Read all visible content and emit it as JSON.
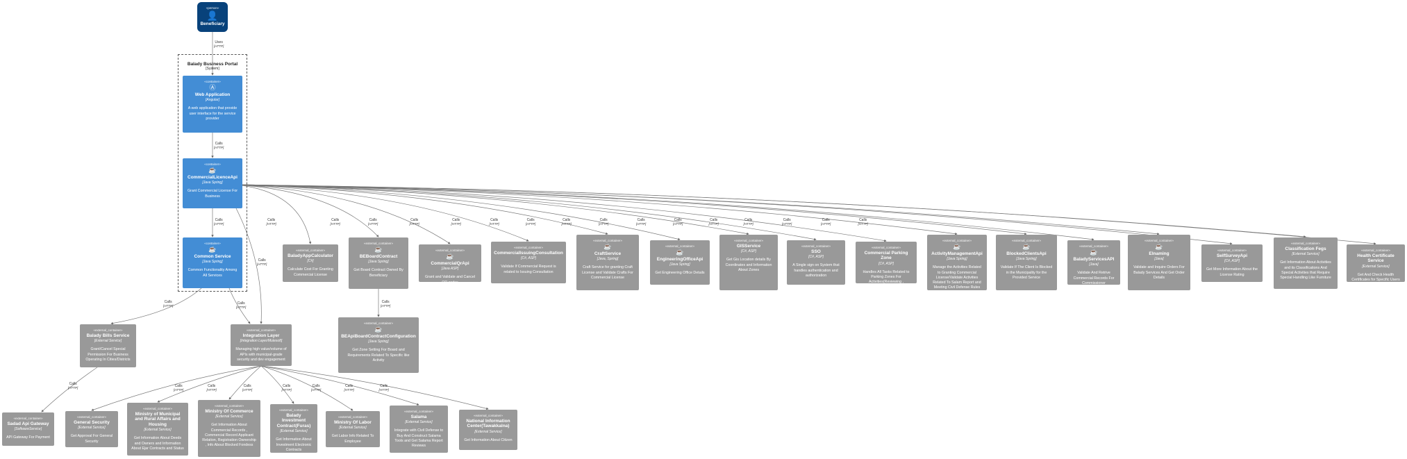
{
  "boundary": {
    "title": "Balady Business Portal",
    "subtitle": "[System]"
  },
  "beneficiary": {
    "stereo": "«person»",
    "name": "Beneficiary"
  },
  "containers": [
    {
      "id": "webapp",
      "stereo": "«container»",
      "name": "Web Application",
      "tech": "[Angular]",
      "desc": "A web application that provide user interface for the service provider",
      "icon": "Ⓐ"
    },
    {
      "id": "commercial",
      "stereo": "«container»",
      "name": "CommercialLicenceApi",
      "tech": "[Java Spring]",
      "desc": "Grant Commercial License For Business",
      "icon": "☕"
    },
    {
      "id": "common",
      "stereo": "«container»",
      "name": "Common Service",
      "tech": "[Java Spring]",
      "desc": "Common Functionality Among All Services",
      "icon": "☕"
    }
  ],
  "externals_row1": [
    {
      "stereo": "«external_container»",
      "name": "BaladyAppCalculator",
      "tech": "[C#]",
      "desc": "Calculate Cost For Granting Commercial License"
    },
    {
      "stereo": "«external_container»",
      "name": "BEBoardContract",
      "tech": "[Java Spring]",
      "desc": "Get Board Contract Owned By Beneficiary"
    },
    {
      "stereo": "«external_container»",
      "name": "CommercialQrApi",
      "tech": "[Java ASP]",
      "desc": "Grant and Validate and Cancel QR codes"
    },
    {
      "stereo": "«external_container»",
      "name": "CommercialIssuingConsultation",
      "tech": "[C#, ASP]",
      "desc": "Validate If Commercial Request is related to Issuing Consultation"
    },
    {
      "stereo": "«external_container»",
      "name": "CraftService",
      "tech": "[Java, Spring]",
      "desc": "Craft Service for granting Craft License and Validate Crafts For Commercial License"
    },
    {
      "stereo": "«external_container»",
      "name": "EngineeringOfficeApi",
      "tech": "[Java Spring]",
      "desc": "Get Engineering Office Details"
    },
    {
      "stereo": "«external_container»",
      "name": "GISService",
      "tech": "[C#, ASP]",
      "desc": "Get Gis Location details By Coordinates and Information About Zones"
    },
    {
      "stereo": "«external_container»",
      "name": "SSO",
      "tech": "[C#, ASP]",
      "desc": "A Single sign on System that handles authentication and authorization"
    },
    {
      "stereo": "«external_container»",
      "name": "Commercial Parking Zone",
      "tech": "[C#, ASP]",
      "desc": "Handles All Tasks Related to Parking Zones For Activities(Reviewing , Validation)"
    },
    {
      "stereo": "«external_container»",
      "name": "ActivityManagementApi",
      "tech": "[Java Spring]",
      "desc": "Manage the Activities Related to Granting Commercial License/Validate Activities Related To Salam Report and Meeting Civil Defense Rules"
    },
    {
      "stereo": "«external_container»",
      "name": "BlockedClientsApi",
      "tech": "[Java Spring]",
      "desc": "Validate If The Client Is Blocked in the Municipality for the Provided Service"
    },
    {
      "stereo": "«external_container»",
      "name": "BaladyServicesAPI",
      "tech": "[Java]",
      "desc": "Validate And Retrive Commercial Records For Commissioner"
    },
    {
      "stereo": "«external_container»",
      "name": "Elnaming",
      "tech": "[Java]",
      "desc": "Validate and Inquire Orders For Balady Services And Get Order Details"
    },
    {
      "stereo": "«external_container»",
      "name": "SelfSurveyApi",
      "tech": "[C#, ASP]",
      "desc": "Get More Information About the License Rating"
    },
    {
      "stereo": "«external_container»",
      "name": "Classification Fegs",
      "tech": "[External Service]",
      "desc": "Get Information About Activities and its Classifications And Special Activities that Require Special Handling Like Furniture"
    },
    {
      "stereo": "«external_container»",
      "name": "Health Certificate Service",
      "tech": "[External Service]",
      "desc": "Get And Check Health Certificates for Specific Users"
    }
  ],
  "be_config": {
    "stereo": "«external_container»",
    "name": "BEApiBoardContractConfiguration",
    "tech": "[Java Spring]",
    "desc": "Get Zone Setting For Board and Requirements Related To Specific like Activity"
  },
  "balady_bills": {
    "stereo": "«external_container»",
    "name": "Balady Bills Service",
    "tech": "[External Service]",
    "desc": "Grant/Cancel Special Permission For Business Operating In Cities/Districts"
  },
  "integration": {
    "stereo": "«external_container»",
    "name": "Integration Layer",
    "tech": "[Integration Layer/Mulesoft]",
    "desc": "Managing high value/volume of APIs with municipal-grade security and dev engagement"
  },
  "sadad": {
    "stereo": "«external_container»",
    "name": "Sadad Api Gateway",
    "tech": "[SoftwareService]",
    "desc": "API Gateway For Payment"
  },
  "externals_bottom": [
    {
      "stereo": "«external_container»",
      "name": "General Security",
      "tech": "[External Service]",
      "desc": "Get Approval For General Security"
    },
    {
      "stereo": "«external_container»",
      "name": "Ministry of Municipal and Rural Affairs and Housing",
      "tech": "[External Service]",
      "desc": "Get Information About Deeds and Owners and Information About Ejar Contracts and Status"
    },
    {
      "stereo": "«external_container»",
      "name": "Ministry Of Commerce",
      "tech": "[External Service]",
      "desc": "Get Information About Commercial Records , Commercial Record Applicant Relation, Registration Ownership , Info About Blocked Fondess"
    },
    {
      "stereo": "«external_container»",
      "name": "Balady Investment Contract(Furas)",
      "tech": "[External Service]",
      "desc": "Get Information About Investment Electronic Contracts"
    },
    {
      "stereo": "«external_container»",
      "name": "Ministry Of Labor",
      "tech": "[External Service]",
      "desc": "Get Labor Info Related To Employee"
    },
    {
      "stereo": "«external_container»",
      "name": "Salama",
      "tech": "[External Service]",
      "desc": "Integrate with Civil Defense to Buy And Construct Salama Tools and Get Salama Report Reviews"
    },
    {
      "stereo": "«external_container»",
      "name": "National Information Center(Tawakkalna)",
      "tech": "[External Service]",
      "desc": "Get Information About Citizen"
    }
  ],
  "link_labels": {
    "uses": "Uses",
    "calls": "Calls",
    "http": "[HTTP]"
  }
}
